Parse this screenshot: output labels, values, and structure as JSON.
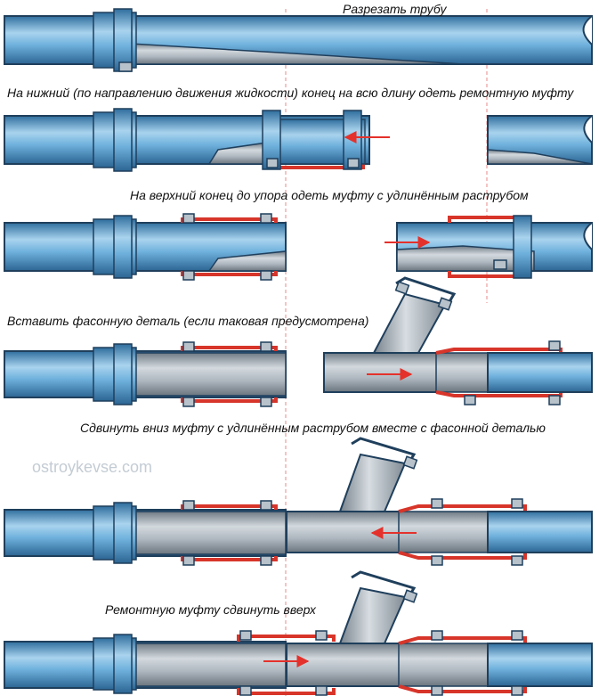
{
  "steps": [
    {
      "caption": "Разрезать трубу"
    },
    {
      "caption": "На нижний (по направлению движения жидкости) конец на всю длину одеть ремонтную муфту"
    },
    {
      "caption": "На верхний конец до упора одеть муфту с удлинённым раструбом"
    },
    {
      "caption": "Вставить фасонную деталь (если таковая предусмотрена)"
    },
    {
      "caption": "Сдвинуть вниз муфту с удлинённым раструбом вместе с фасонной деталью"
    },
    {
      "caption": "Ремонтную муфту сдвинуть вверх"
    }
  ],
  "watermark": "ostroykevse.com",
  "colors": {
    "pipe_blue": "#5aa0d0",
    "pipe_blue_light": "#a9d3ee",
    "pipe_outline": "#1f3f5c",
    "grey_pipe": "#9aa5ae",
    "grey_light": "#d3d9de",
    "coupling_red": "#d8352a",
    "arrow_red": "#e4312b",
    "guide_line": "#e88a8a"
  }
}
